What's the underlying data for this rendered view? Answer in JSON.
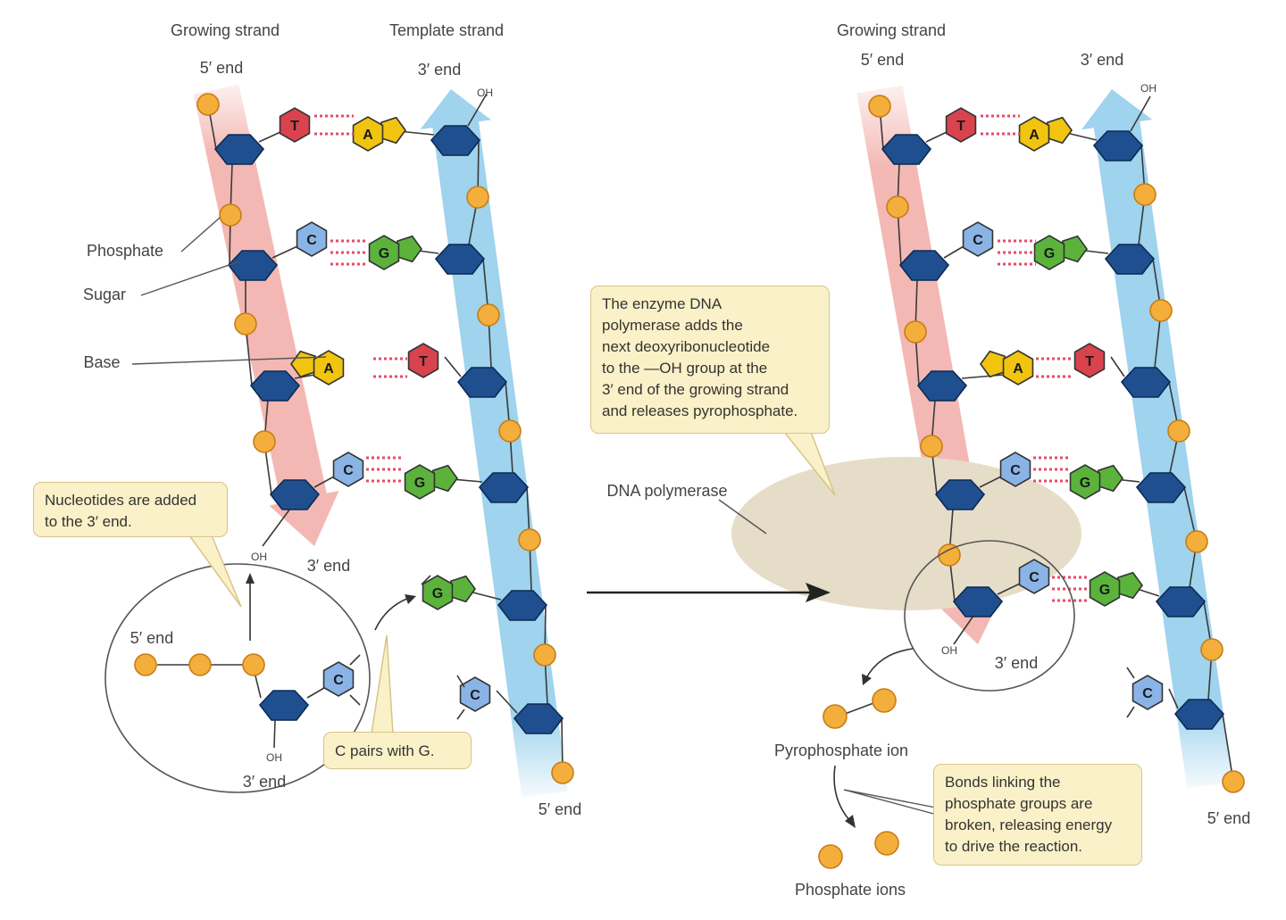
{
  "left": {
    "header_growing": "Growing strand",
    "header_template": "Template strand",
    "growing_top_end": "5′ end",
    "template_top_end": "3′ end",
    "template_top_oh": "OH",
    "growing_bottom_end": "3′ end",
    "growing_bottom_oh": "OH",
    "template_bottom_end": "5′ end",
    "label_phosphate": "Phosphate",
    "label_sugar": "Sugar",
    "label_base": "Base",
    "inset_end_5": "5′ end",
    "inset_end_3": "3′ end",
    "inset_oh": "OH"
  },
  "right": {
    "header_growing": "Growing strand",
    "growing_top_end": "5′ end",
    "template_top_end": "3′ end",
    "template_top_oh": "OH",
    "growing_bottom_oh": "OH",
    "growing_bottom_end": "3′ end",
    "template_bottom_end": "5′ end",
    "label_dna_polymerase": "DNA polymerase",
    "label_pyrophosphate": "Pyrophosphate ion",
    "label_phosphate_ions": "Phosphate ions"
  },
  "callouts": {
    "nucleotides": [
      "Nucleotides are added",
      "to the 3′ end."
    ],
    "pairs": [
      "C pairs with G."
    ],
    "enzyme": [
      "The enzyme DNA",
      "polymerase adds the",
      "next deoxyribonucleotide",
      "to the —OH group at the",
      "3′ end of the growing strand",
      "and releases pyrophosphate."
    ],
    "bonds": [
      "Bonds linking the",
      "phosphate groups are",
      "broken, releasing energy",
      "to drive the reaction."
    ]
  },
  "bases": {
    "left_growing": [
      "T",
      "C",
      "A",
      "C"
    ],
    "left_template": [
      "A",
      "G",
      "T",
      "G",
      "G",
      "C"
    ],
    "left_incoming": "C",
    "right_growing": [
      "T",
      "C",
      "A",
      "C",
      "C"
    ],
    "right_template": [
      "A",
      "G",
      "T",
      "G",
      "G",
      "C"
    ]
  },
  "colors": {
    "phosphate": "#f4ae3c",
    "sugar": "#1f4f8f",
    "base_A": "#f1c40f",
    "base_T": "#d9434e",
    "base_C": "#8ab4e6",
    "base_G": "#5bb33c",
    "growing_band": "#f3b8b3",
    "template_band": "#9fd3ee",
    "polymerase": "#e6ddc8",
    "callout_fill": "#fbf1c8",
    "hbond": "#e84a6a"
  }
}
